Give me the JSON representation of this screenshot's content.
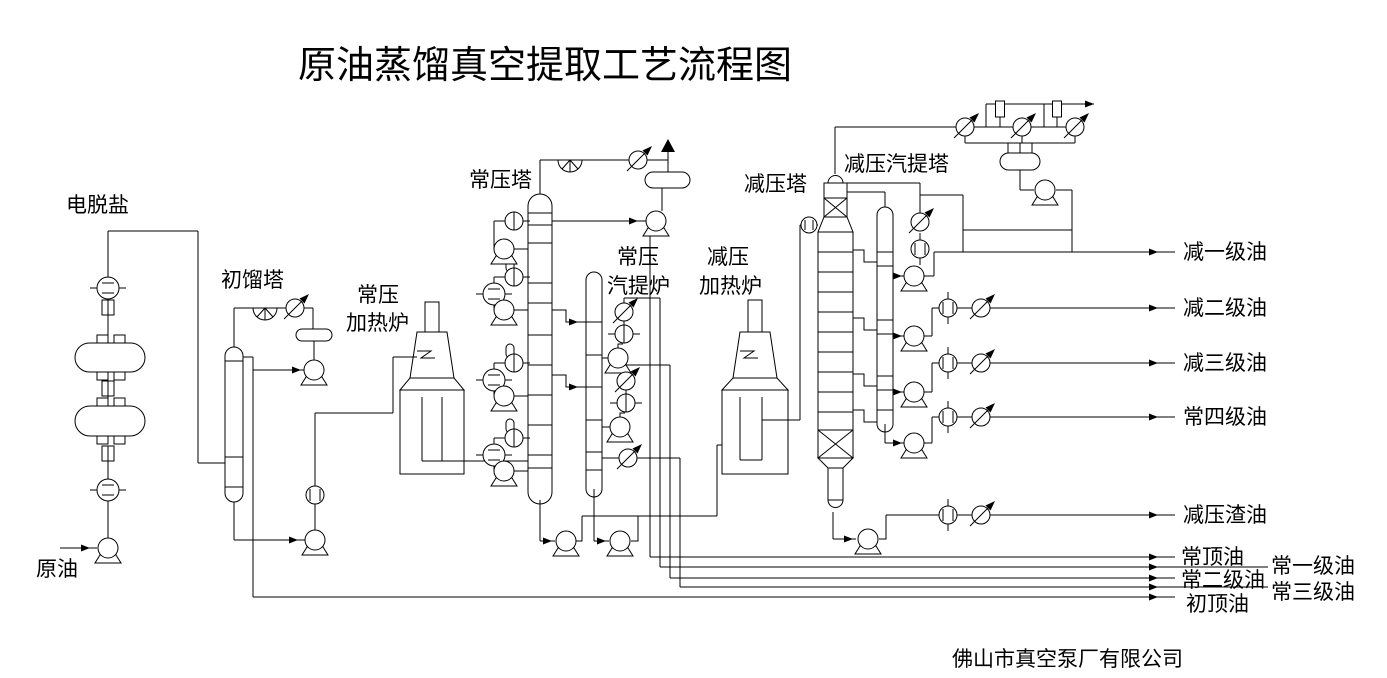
{
  "title": "原油蒸馏真空提取工艺流程图",
  "company": "佛山市真空泵厂有限公司",
  "colors": {
    "line": "#000000",
    "background": "#ffffff"
  },
  "equipment": {
    "desalter": "电脱盐",
    "initial_tower": "初馏塔",
    "atm_furnace_line1": "常压",
    "atm_furnace_line2": "加热炉",
    "atm_tower": "常压塔",
    "atm_stripper_line1": "常压",
    "atm_stripper_line2": "汽提炉",
    "vac_furnace_line1": "减压",
    "vac_furnace_line2": "加热炉",
    "vac_tower": "减压塔",
    "vac_stripper": "减压汽提塔",
    "crude_oil": "原油"
  },
  "streams": {
    "vac_grade1": "减一级油",
    "vac_grade2": "减二级油",
    "vac_grade3": "减三级油",
    "atm_grade4": "常四级油",
    "vac_residue": "减压渣油",
    "atm_top": "常顶油",
    "atm_grade1": "常一级油",
    "atm_grade2": "常二级油",
    "atm_grade3": "常三级油",
    "initial_top": "初顶油"
  }
}
